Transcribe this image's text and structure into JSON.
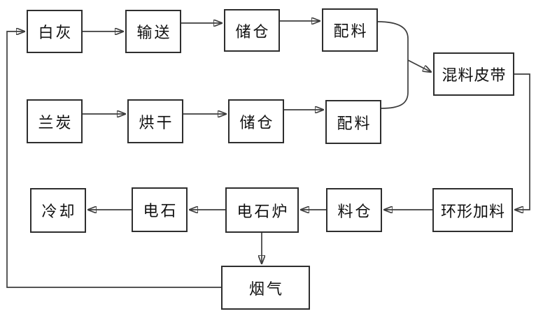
{
  "diagram": {
    "type": "process-flowchart",
    "nodes": {
      "bailui": {
        "label": "白灰"
      },
      "shusong": {
        "label": "输送"
      },
      "chucang1": {
        "label": "储仓"
      },
      "peiliao1": {
        "label": "配料"
      },
      "lantan": {
        "label": "兰炭"
      },
      "honggan": {
        "label": "烘干"
      },
      "chucang2": {
        "label": "储仓"
      },
      "peiliao2": {
        "label": "配料"
      },
      "hunliao": {
        "label": "混料皮带"
      },
      "lengque": {
        "label": "冷却"
      },
      "dianshi": {
        "label": "电石"
      },
      "dianshilu": {
        "label": "电石炉"
      },
      "liaocang": {
        "label": "料仓"
      },
      "huanxing": {
        "label": "环形加料"
      },
      "yanqi": {
        "label": "烟气"
      }
    },
    "edges": [
      {
        "from": "bailui",
        "to": "shusong"
      },
      {
        "from": "shusong",
        "to": "chucang1"
      },
      {
        "from": "chucang1",
        "to": "peiliao1"
      },
      {
        "from": "lantan",
        "to": "honggan"
      },
      {
        "from": "honggan",
        "to": "chucang2"
      },
      {
        "from": "chucang2",
        "to": "peiliao2"
      },
      {
        "from": "peiliao1",
        "to": "hunliao"
      },
      {
        "from": "peiliao2",
        "to": "hunliao"
      },
      {
        "from": "hunliao",
        "to": "huanxing"
      },
      {
        "from": "huanxing",
        "to": "liaocang"
      },
      {
        "from": "liaocang",
        "to": "dianshilu"
      },
      {
        "from": "dianshilu",
        "to": "dianshi"
      },
      {
        "from": "dianshi",
        "to": "lengque"
      },
      {
        "from": "dianshilu",
        "to": "yanqi"
      },
      {
        "from": "yanqi",
        "to": "bailui"
      }
    ],
    "colors": {
      "background": "#ffffff",
      "line": "#3d3d3d",
      "box_border": "#2e2e2e",
      "text": "#101010"
    }
  }
}
